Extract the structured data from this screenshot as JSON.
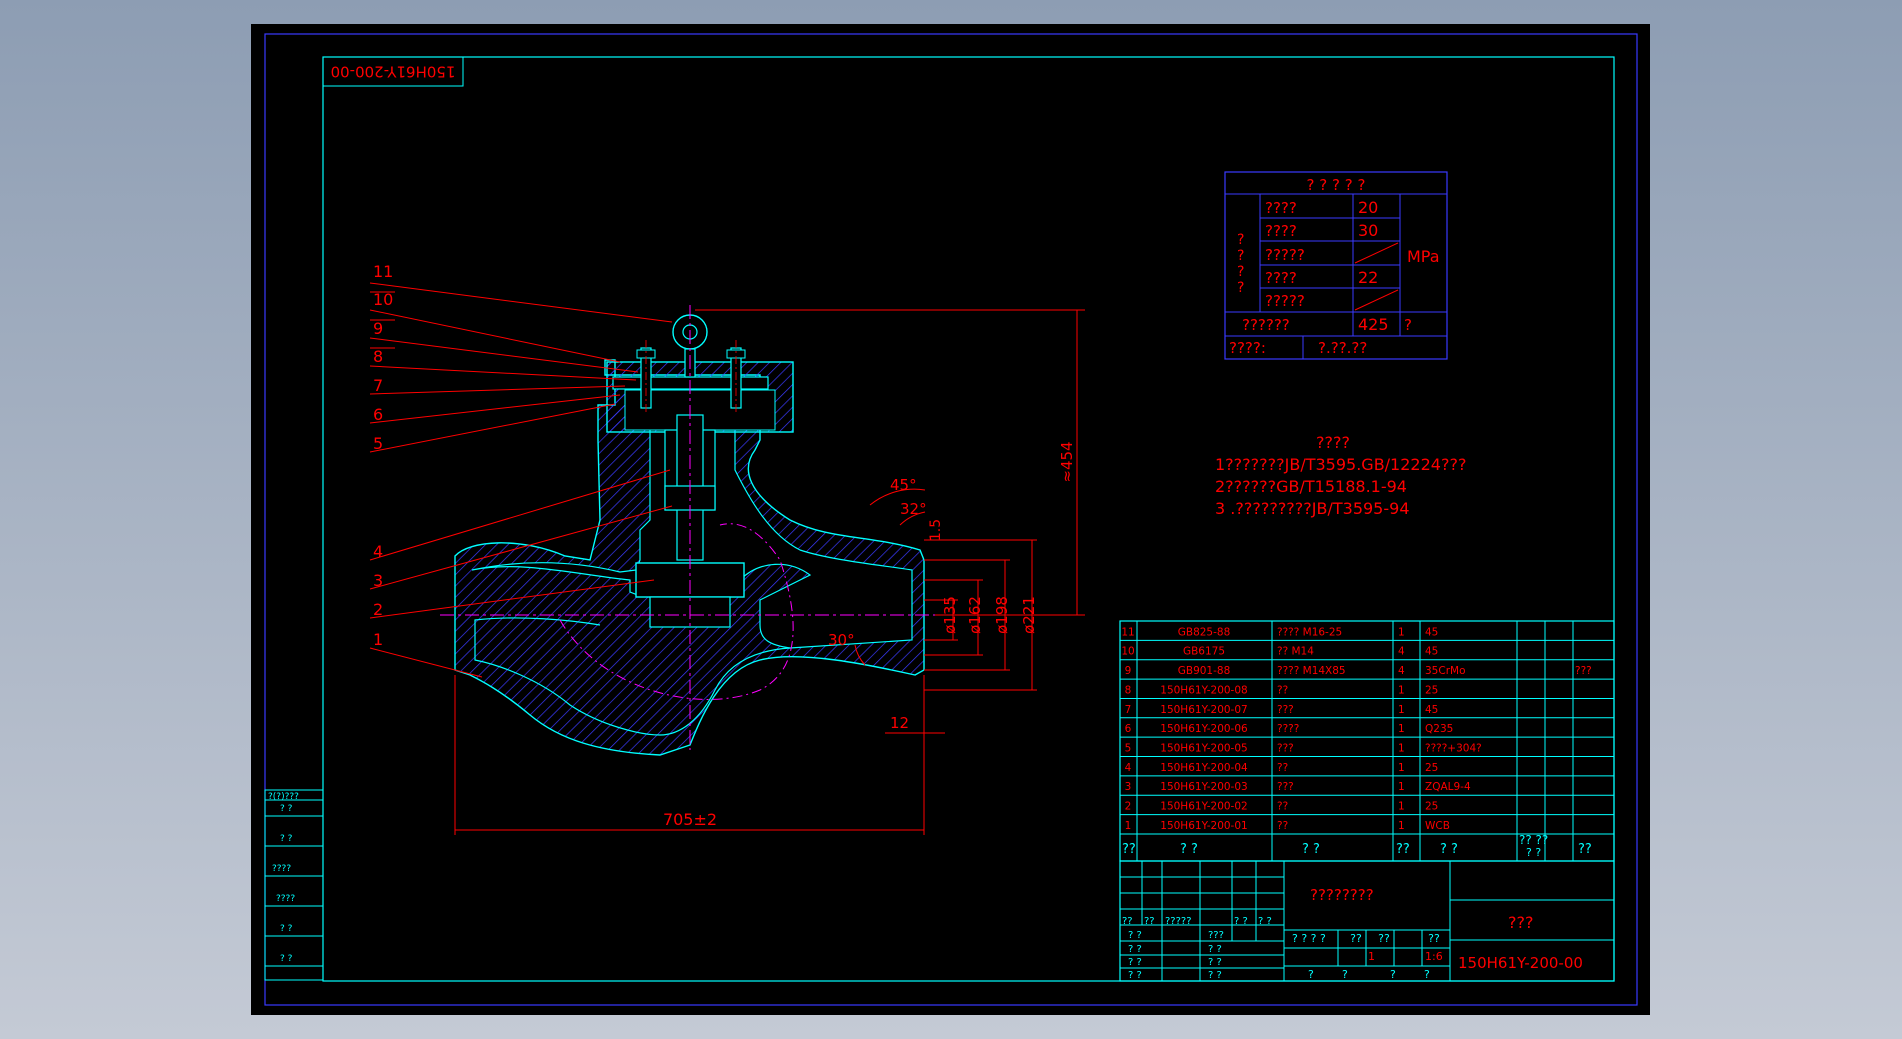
{
  "drawing_code_rotated": "150H61Y-200-00",
  "callouts": [
    "11",
    "10",
    "9",
    "8",
    "7",
    "6",
    "5",
    "4",
    "3",
    "2",
    "1"
  ],
  "dimensions": {
    "height": "≈454",
    "length": "705±2",
    "d1": "ø135",
    "d2": "ø162",
    "d3": "ø198",
    "d4": "ø221",
    "angle1": "45°",
    "angle2": "32°",
    "angle3": "30°",
    "gap": "1.5",
    "weld": "12"
  },
  "spec_table": {
    "title": "? ? ? ? ?",
    "side_label": [
      "?",
      "?",
      "?",
      "?"
    ],
    "rows": [
      {
        "label": "????",
        "value": "20"
      },
      {
        "label": "????",
        "value": "30"
      },
      {
        "label": "?????",
        "value": ""
      },
      {
        "label": "????",
        "value": "22"
      },
      {
        "label": "?????",
        "value": ""
      },
      {
        "label": "??????",
        "value": "425"
      }
    ],
    "unit": "MPa",
    "temp_unit": "?",
    "footer_label": "????:",
    "footer_value": "?.??.??"
  },
  "notes": {
    "title": "????",
    "lines": [
      "1???????JB/T3595.GB/12224???",
      "2??????GB/T15188.1-94",
      "3 .?????????JB/T3595-94"
    ]
  },
  "bom": {
    "rows": [
      {
        "no": "11",
        "code": "GB825-88",
        "name": "????  M16-25",
        "qty": "1",
        "mat": "45",
        "note": ""
      },
      {
        "no": "10",
        "code": "GB6175",
        "name": "??   M14",
        "qty": "4",
        "mat": "45",
        "note": ""
      },
      {
        "no": "9",
        "code": "GB901-88",
        "name": "????   M14X85",
        "qty": "4",
        "mat": "35CrMo",
        "note": "???"
      },
      {
        "no": "8",
        "code": "150H61Y-200-08",
        "name": "??",
        "qty": "1",
        "mat": "25",
        "note": ""
      },
      {
        "no": "7",
        "code": "150H61Y-200-07",
        "name": "???",
        "qty": "1",
        "mat": "45",
        "note": ""
      },
      {
        "no": "6",
        "code": "150H61Y-200-06",
        "name": "????",
        "qty": "1",
        "mat": "Q235",
        "note": ""
      },
      {
        "no": "5",
        "code": "150H61Y-200-05",
        "name": "???",
        "qty": "1",
        "mat": "????+304?",
        "note": ""
      },
      {
        "no": "4",
        "code": "150H61Y-200-04",
        "name": "??",
        "qty": "1",
        "mat": "25",
        "note": ""
      },
      {
        "no": "3",
        "code": "150H61Y-200-03",
        "name": "???",
        "qty": "1",
        "mat": "ZQAL9-4",
        "note": ""
      },
      {
        "no": "2",
        "code": "150H61Y-200-02",
        "name": "??",
        "qty": "1",
        "mat": "25",
        "note": ""
      },
      {
        "no": "1",
        "code": "150H61Y-200-01",
        "name": "??",
        "qty": "1",
        "mat": "WCB",
        "note": ""
      }
    ],
    "header": [
      "??",
      "?    ?",
      "?    ?",
      "??",
      "?    ?",
      "?? ??",
      "??"
    ],
    "header_sub": "?  ?"
  },
  "title_block": {
    "part_name": "????????",
    "company": "???",
    "drawing_no": "150H61Y-200-00",
    "scale": "1:6",
    "qty": "1",
    "headers": [
      "? ? ? ?",
      "??",
      "??",
      "??"
    ],
    "sheet_labels": [
      "?",
      "?",
      "?",
      "?"
    ],
    "sign_header": [
      "??",
      "??",
      "?????",
      "? ?",
      "? ?"
    ],
    "sign_rows": [
      {
        "a": "? ?",
        "b": "???"
      },
      {
        "a": "? ?",
        "b": "? ?"
      },
      {
        "a": "? ?",
        "b": "? ?"
      },
      {
        "a": "? ?",
        "b": "? ?"
      }
    ]
  },
  "side_strip": {
    "header": "?(?)???",
    "items": [
      "?   ?",
      "?   ?",
      "????",
      "????",
      "?   ?",
      "?   ?"
    ]
  }
}
